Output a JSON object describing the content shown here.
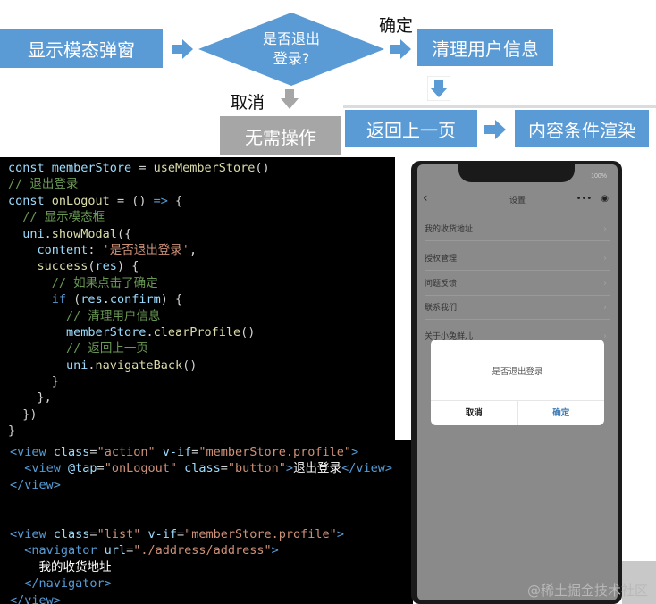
{
  "flowchart": {
    "show_modal": "显示模态弹窗",
    "decision_line1": "是否退出",
    "decision_line2": "登录?",
    "yes_label": "确定",
    "no_label": "取消",
    "clear_profile": "清理用户信息",
    "no_action": "无需操作",
    "go_back": "返回上一页",
    "render": "内容条件渲染",
    "colors": {
      "box": "#5b9bd5",
      "gray_box": "#a6a6a6",
      "arrow": "#5b9bd5",
      "gray_arrow": "#a6a6a6"
    }
  },
  "script_code": {
    "lines": [
      [
        [
          "var",
          "const "
        ],
        [
          "var",
          "memberStore"
        ],
        [
          "pl",
          " = "
        ],
        [
          "fn",
          "useMemberStore"
        ],
        [
          "pl",
          "()"
        ]
      ],
      [
        [
          "cm",
          "// 退出登录"
        ]
      ],
      [
        [
          "var",
          "const "
        ],
        [
          "fn",
          "onLogout"
        ],
        [
          "pl",
          " = () "
        ],
        [
          "kw",
          "=>"
        ],
        [
          "pl",
          " {"
        ]
      ],
      [
        [
          "cm",
          "  // 显示模态框"
        ]
      ],
      [
        [
          "var",
          "  uni"
        ],
        [
          "pl",
          "."
        ],
        [
          "fn",
          "showModal"
        ],
        [
          "pl",
          "({"
        ]
      ],
      [
        [
          "var",
          "    content"
        ],
        [
          "pl",
          ": "
        ],
        [
          "str",
          "'是否退出登录'"
        ],
        [
          "pl",
          ","
        ]
      ],
      [
        [
          "fn",
          "    success"
        ],
        [
          "pl",
          "("
        ],
        [
          "var",
          "res"
        ],
        [
          "pl",
          ") {"
        ]
      ],
      [
        [
          "cm",
          "      // 如果点击了确定"
        ]
      ],
      [
        [
          "kw",
          "      if"
        ],
        [
          "pl",
          " ("
        ],
        [
          "var",
          "res"
        ],
        [
          "pl",
          "."
        ],
        [
          "var",
          "confirm"
        ],
        [
          "pl",
          ") {"
        ]
      ],
      [
        [
          "cm",
          "        // 清理用户信息"
        ]
      ],
      [
        [
          "var",
          "        memberStore"
        ],
        [
          "pl",
          "."
        ],
        [
          "fn",
          "clearProfile"
        ],
        [
          "pl",
          "()"
        ]
      ],
      [
        [
          "cm",
          "        // 返回上一页"
        ]
      ],
      [
        [
          "var",
          "        uni"
        ],
        [
          "pl",
          "."
        ],
        [
          "fn",
          "navigateBack"
        ],
        [
          "pl",
          "()"
        ]
      ],
      [
        [
          "pl",
          "      }"
        ]
      ],
      [
        [
          "pl",
          "    },"
        ]
      ],
      [
        [
          "pl",
          "  })"
        ]
      ],
      [
        [
          "pl",
          "}"
        ]
      ]
    ]
  },
  "template_code": {
    "lines": [
      [
        [
          "tag",
          "<view "
        ],
        [
          "attr",
          "class"
        ],
        [
          "pl",
          "="
        ],
        [
          "aval",
          "\"action\""
        ],
        [
          "attr",
          " v-if"
        ],
        [
          "pl",
          "="
        ],
        [
          "aval",
          "\"memberStore.profile\""
        ],
        [
          "tag",
          ">"
        ]
      ],
      [
        [
          "tag",
          "  <view "
        ],
        [
          "attr",
          "@tap"
        ],
        [
          "pl",
          "="
        ],
        [
          "aval",
          "\"onLogout\""
        ],
        [
          "attr",
          " class"
        ],
        [
          "pl",
          "="
        ],
        [
          "aval",
          "\"button\""
        ],
        [
          "tag",
          ">"
        ],
        [
          "txt",
          "退出登录"
        ],
        [
          "tag",
          "</view>"
        ]
      ],
      [
        [
          "tag",
          "</view>"
        ]
      ],
      [],
      [],
      [
        [
          "tag",
          "<view "
        ],
        [
          "attr",
          "class"
        ],
        [
          "pl",
          "="
        ],
        [
          "aval",
          "\"list\""
        ],
        [
          "attr",
          " v-if"
        ],
        [
          "pl",
          "="
        ],
        [
          "aval",
          "\"memberStore.profile\""
        ],
        [
          "tag",
          ">"
        ]
      ],
      [
        [
          "tag",
          "  <navigator "
        ],
        [
          "attr",
          "url"
        ],
        [
          "pl",
          "="
        ],
        [
          "aval",
          "\"./address/address\""
        ],
        [
          "tag",
          ">"
        ]
      ],
      [
        [
          "txt",
          "    我的收货地址"
        ]
      ],
      [
        [
          "tag",
          "  </navigator>"
        ]
      ],
      [
        [
          "tag",
          "</view>"
        ]
      ]
    ]
  },
  "phone": {
    "battery": "100%",
    "nav_title": "设置",
    "list_items": [
      "我的收货地址",
      "授权管理",
      "问题反馈",
      "联系我们",
      "关于小兔鲜儿"
    ],
    "modal": {
      "content": "是否退出登录",
      "cancel": "取消",
      "confirm": "确定"
    }
  },
  "watermark": "@稀土掘金技术社区"
}
